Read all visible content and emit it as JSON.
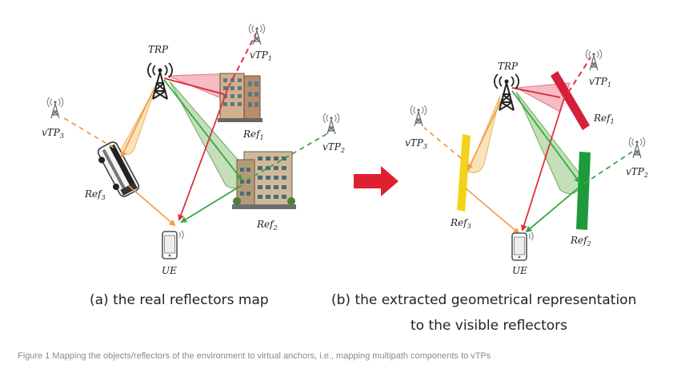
{
  "labels": {
    "trp": "TRP",
    "ue": "UE",
    "vtp1_base": "vTP",
    "vtp1_sub": "1",
    "vtp2_base": "vTP",
    "vtp2_sub": "2",
    "vtp3_base": "vTP",
    "vtp3_sub": "3",
    "ref1_base": "Ref",
    "ref1_sub": "1",
    "ref2_base": "Ref",
    "ref2_sub": "2",
    "ref3_base": "Ref",
    "ref3_sub": "3"
  },
  "captions": {
    "a": "(a) the real reflectors map",
    "b_line1": "(b) the extracted geometrical representation",
    "b_line2": "to the visible reflectors"
  },
  "figure_caption": "Figure 1 Mapping the objects/reflectors of the environment to virtual anchors, i.e., mapping multipath components to vTPs",
  "colors": {
    "direct_path": "#e0303f",
    "ref1_path": "#d9253a",
    "ref2_path": "#36a843",
    "ref3_path": "#f29a45",
    "ref1_bar": "#d61f3b",
    "ref2_bar": "#1e9a3c",
    "ref3_bar": "#f2d319",
    "arrow": "#e0202e"
  }
}
